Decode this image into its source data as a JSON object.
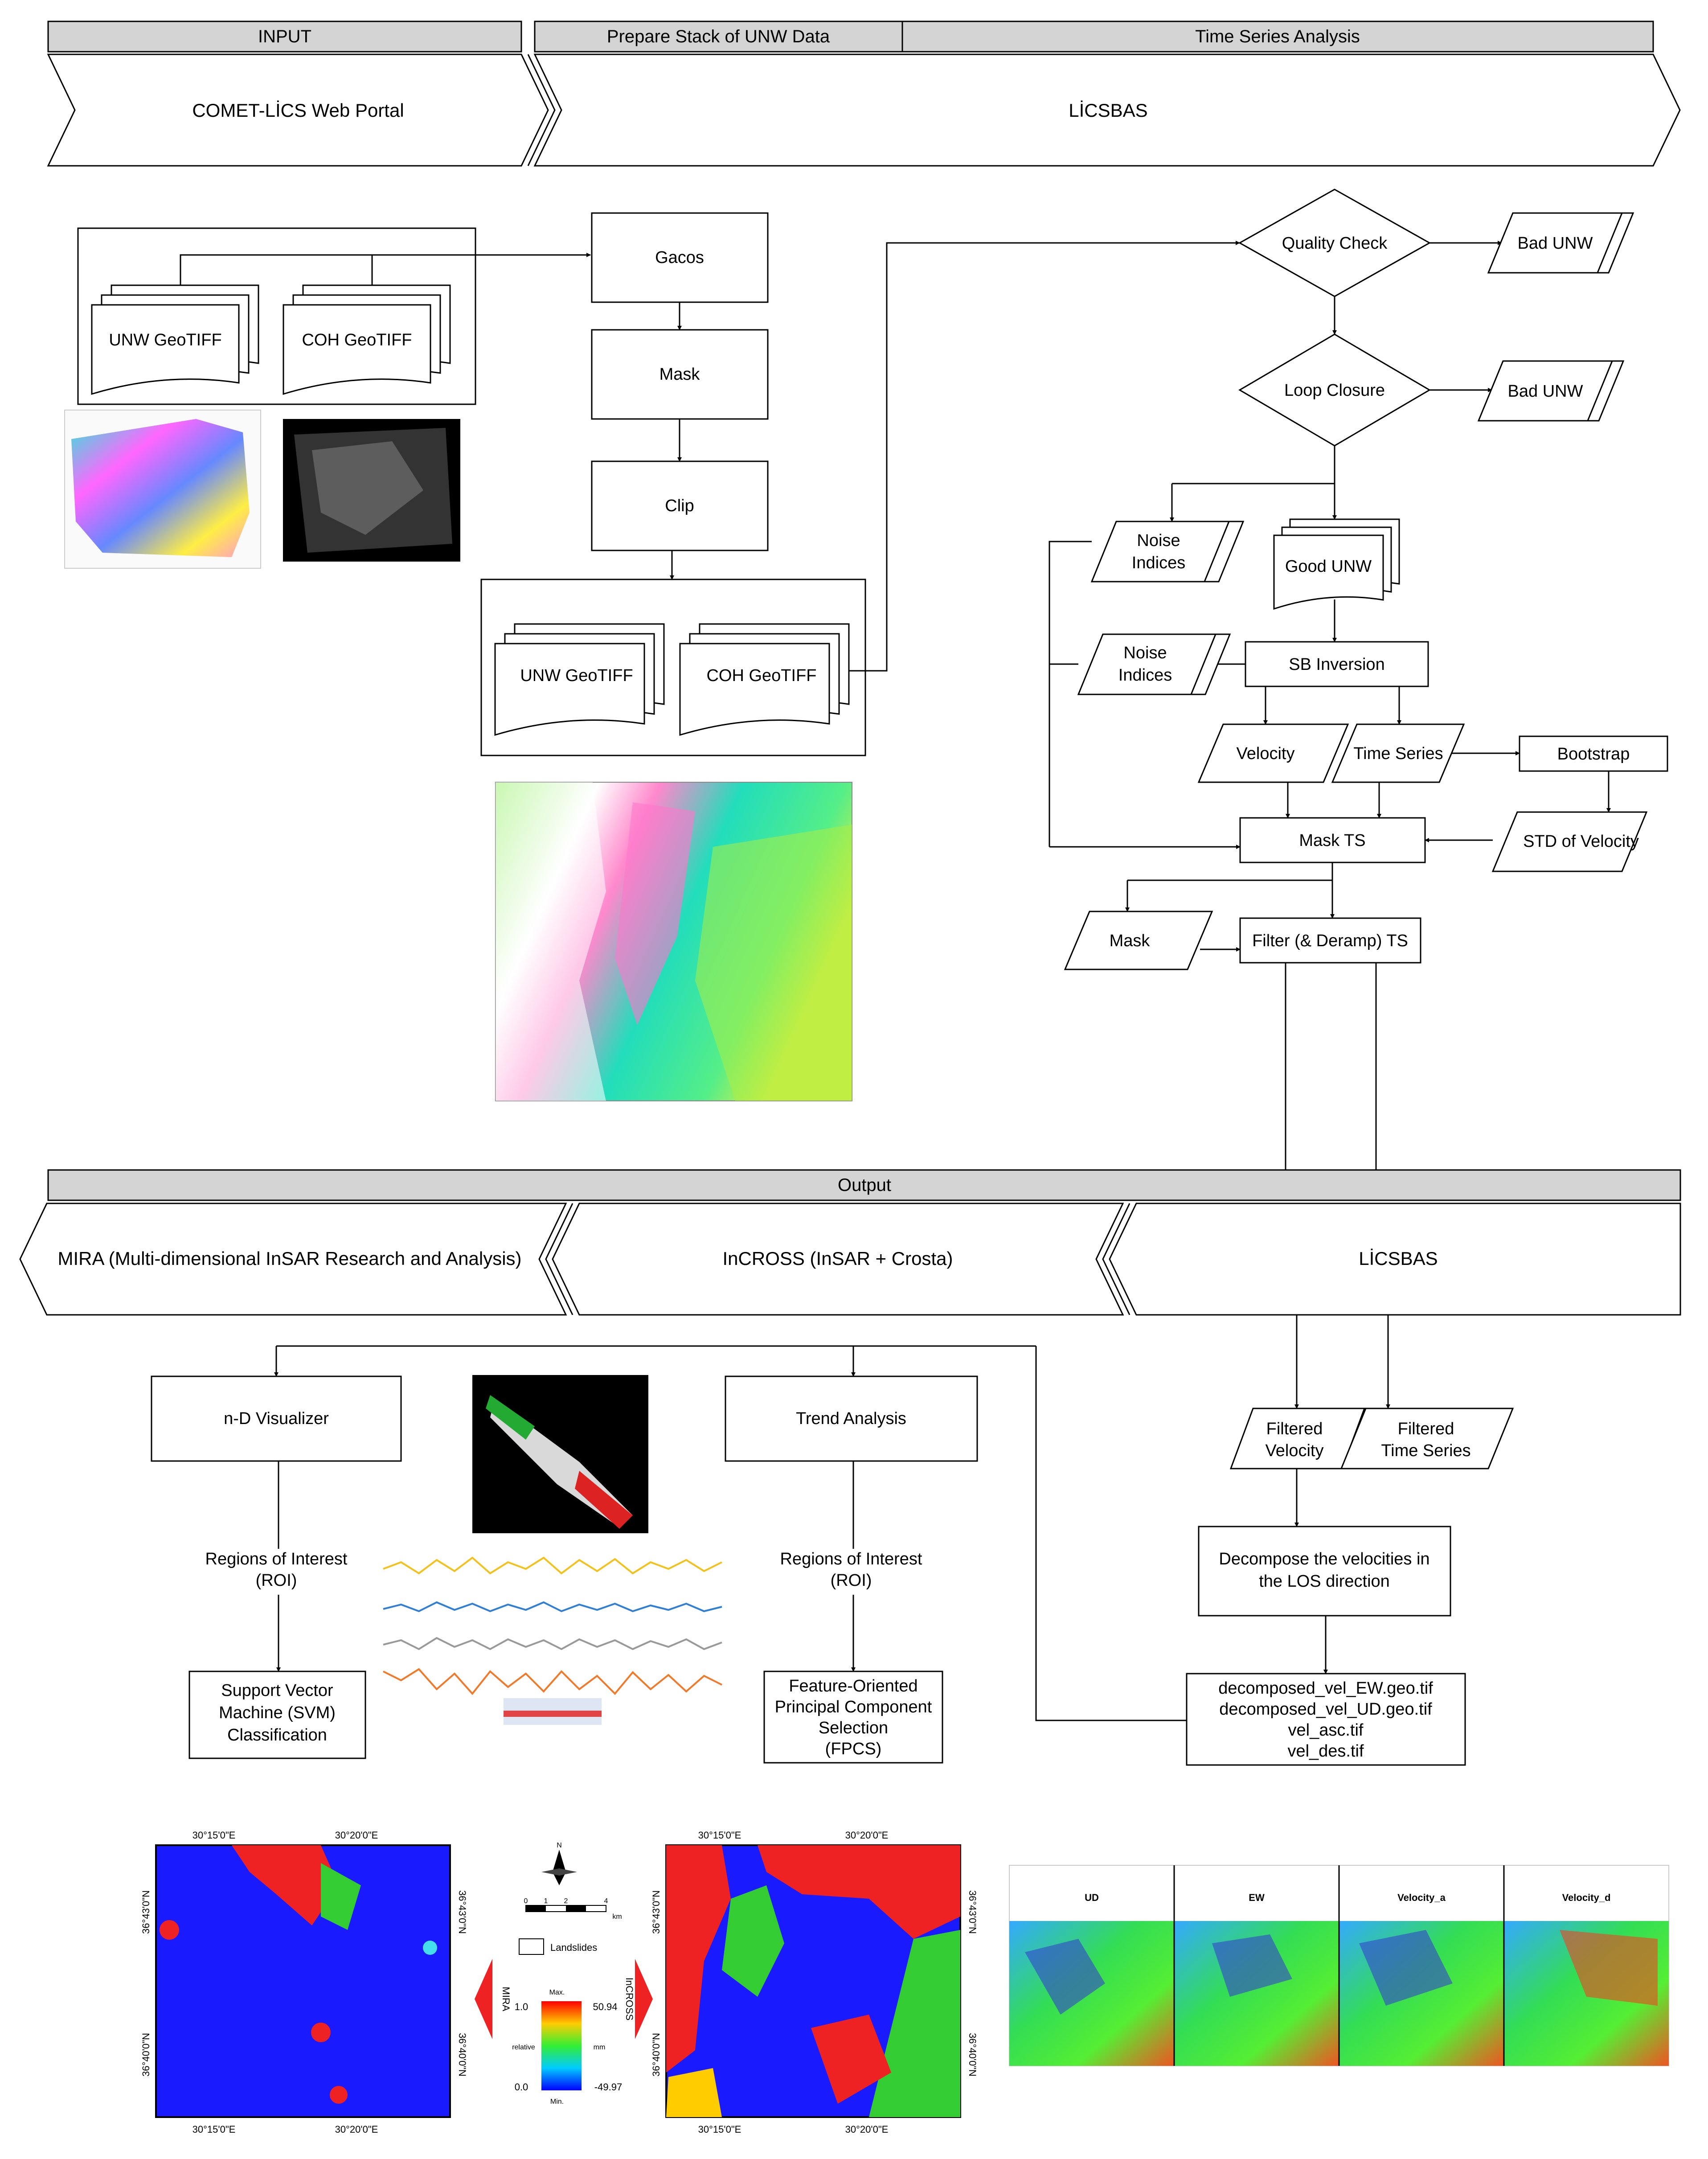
{
  "headers": {
    "input": "INPUT",
    "prepare": "Prepare Stack of UNW Data",
    "timeseries": "Time Series Analysis",
    "output": "Output"
  },
  "banners": {
    "comet": "COMET-LİCS Web Portal",
    "licsbas_top": "LİCSBAS",
    "mira": "MIRA (Multi-dimensional InSAR Research and Analysis)",
    "incross": "InCROSS (InSAR + Crosta)",
    "licsbas_out": "LİCSBAS"
  },
  "input_files": {
    "unw": "UNW GeoTIFF",
    "coh": "COH GeoTIFF"
  },
  "prepare_steps": {
    "gacos": "Gacos",
    "mask": "Mask",
    "clip": "Clip"
  },
  "stack_files": {
    "unw": "UNW GeoTIFF",
    "coh": "COH GeoTIFF"
  },
  "licsbas": {
    "quality_check": "Quality Check",
    "bad_unw_1": "Bad UNW",
    "loop_closure": "Loop Closure",
    "bad_unw_2": "Bad UNW",
    "noise_1": [
      "Noise",
      "Indices"
    ],
    "good_unw": "Good UNW",
    "noise_2": [
      "Noise",
      "Indices"
    ],
    "sb_inversion": "SB Inversion",
    "velocity": "Velocity",
    "time_series": "Time Series",
    "bootstrap": "Bootstrap",
    "mask_ts": "Mask TS",
    "std_velocity": "STD of Velocity",
    "mask": "Mask",
    "filter_ts": "Filter (& Deramp) TS"
  },
  "mira": {
    "visualizer": "n-D Visualizer",
    "roi": [
      "Regions of Interest",
      "(ROI)"
    ],
    "svm": [
      "Support Vector",
      "Machine (SVM)",
      "Classification"
    ]
  },
  "incross": {
    "trend": "Trend Analysis",
    "roi": [
      "Regions of Interest",
      "(ROI)"
    ],
    "fpcs": [
      "Feature-Oriented",
      "Principal Component",
      "Selection",
      "(FPCS)"
    ]
  },
  "licsbas_out": {
    "filtered_velocity": [
      "Filtered",
      "Velocity"
    ],
    "filtered_ts": [
      "Filtered",
      "Time Series"
    ],
    "decompose": [
      "Decompose the velocities in",
      "the LOS direction"
    ],
    "files": [
      "decomposed_vel_EW.geo.tif",
      "decomposed_vel_UD.geo.tif",
      "vel_asc.tif",
      "vel_des.tif"
    ]
  },
  "maps": {
    "lon_ticks": [
      "30°15'0\"E",
      "30°20'0\"E"
    ],
    "lat_ticks": [
      "36°43'0\"N",
      "36°40'0\"N"
    ],
    "north": "N",
    "scale": [
      "0",
      "1",
      "2",
      "4",
      "km"
    ],
    "landslides": "Landslides",
    "legend_max": "Max.",
    "legend_min": "Min.",
    "legend_hi": "1.0",
    "legend_lo": "0.0",
    "legend_relative": "relative",
    "legend_mm": "mm",
    "legend_vmax": "50.94",
    "legend_vmin": "-49.97",
    "mira_tag": "MIRA",
    "incross_tag": "InCROSS",
    "panels": [
      "UD",
      "EW",
      "Velocity_a",
      "Velocity_d"
    ]
  },
  "colors": {
    "header_fill": "#d4d4d4",
    "los_green": "#33dd44",
    "map_blue": "#1a1aff",
    "map_red": "#ee2222"
  }
}
